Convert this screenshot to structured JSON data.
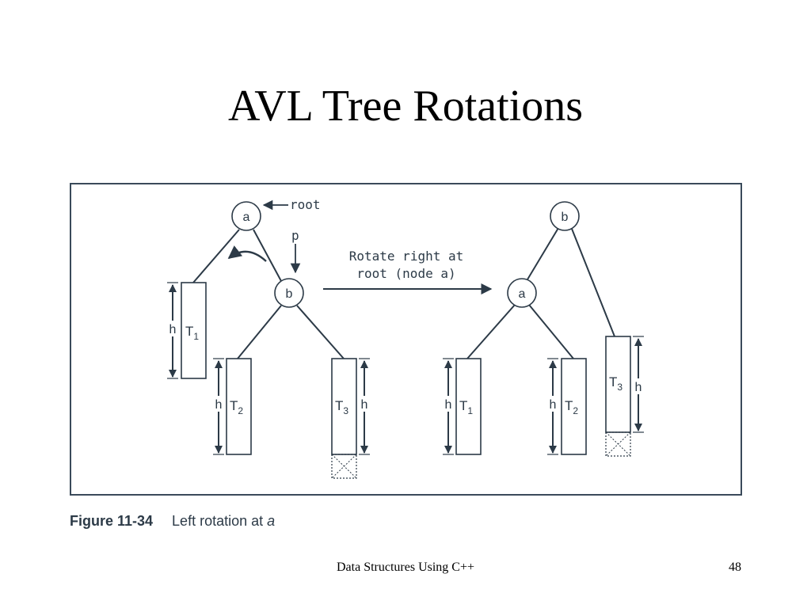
{
  "slide": {
    "title": "AVL Tree Rotations",
    "footer": "Data Structures Using C++",
    "page_number": "48"
  },
  "figure": {
    "caption_number": "Figure 11-34",
    "caption_text": "Left rotation at",
    "caption_italic": "a",
    "root_label": "root",
    "p_label": "p",
    "arrow_label_line1": "Rotate right at",
    "arrow_label_line2": "root (node a)",
    "height_label": "h",
    "before": {
      "node_top": "a",
      "node_child": "b",
      "subtree_1": "T",
      "subtree_1_sub": "1",
      "subtree_2": "T",
      "subtree_2_sub": "2",
      "subtree_3": "T",
      "subtree_3_sub": "3"
    },
    "after": {
      "node_top": "b",
      "node_child": "a",
      "subtree_1": "T",
      "subtree_1_sub": "1",
      "subtree_2": "T",
      "subtree_2_sub": "2",
      "subtree_3": "T",
      "subtree_3_sub": "3"
    }
  },
  "colors": {
    "stroke": "#2c3a47",
    "frame": "#3a4a5a",
    "text": "#000000"
  }
}
